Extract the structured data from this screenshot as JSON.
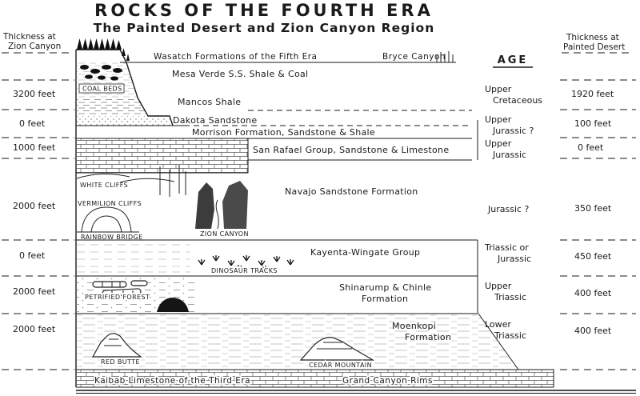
{
  "title": "ROCKS OF THE FOURTH ERA",
  "subtitle": "The Painted Desert and Zion Canyon Region",
  "headers": {
    "left_line1": "Thickness at",
    "left_line2": "Zion Canyon",
    "right_line1": "Thickness at",
    "right_line2": "Painted Desert",
    "age": "AGE"
  },
  "captions": {
    "top_left": "Wasatch Formations of the Fifth Era",
    "top_right": "Bryce Canyon",
    "bottom_left": "Kaibab Limestone of the Third Era",
    "bottom_right": "Grand Canyon Rims"
  },
  "formations": [
    {
      "label": "Mesa Verde S.S. Shale & Coal"
    },
    {
      "label": "Mancos Shale"
    },
    {
      "label": "Dakota Sandstone"
    },
    {
      "label": "Morrison Formation, Sandstone & Shale"
    },
    {
      "label": "San Rafael Group, Sandstone & Limestone"
    },
    {
      "label": "Navajo Sandstone Formation"
    },
    {
      "label": "Kayenta-Wingate Group"
    },
    {
      "label_line1": "Shinarump & Chinle",
      "label_line2": "Formation"
    },
    {
      "label_line1": "Moenkopi",
      "label_line2": "Formation"
    }
  ],
  "zion_thickness": [
    "3200 feet",
    "0 feet",
    "1000 feet",
    "2000 feet",
    "0 feet",
    "2000 feet",
    "2000 feet"
  ],
  "painted_thickness": [
    "1920 feet",
    "100 feet",
    "0 feet",
    "350 feet",
    "450 feet",
    "400 feet",
    "400 feet"
  ],
  "ages": [
    {
      "line1": "Upper",
      "line2": "Cretaceous"
    },
    {
      "line1": "Upper",
      "line2": "Jurassic ?"
    },
    {
      "line1": "Upper",
      "line2": "Jurassic"
    },
    {
      "line1": "Jurassic ?",
      "line2": ""
    },
    {
      "line1": "Triassic or",
      "line2": "Jurassic"
    },
    {
      "line1": "Upper",
      "line2": "Triassic"
    },
    {
      "line1": "Lower",
      "line2": "Triassic"
    }
  ],
  "scene_labels": {
    "coal_beds": "COAL BEDS",
    "white_cliffs": "WHITE CLIFFS",
    "vermilion_cliffs": "VERMILION CLIFFS",
    "rainbow_bridge": "RAINBOW BRIDGE",
    "zion_canyon": "ZION CANYON",
    "dinosaur_tracks": "DINOSAUR TRACKS",
    "petrified_forest": "PETRIFIED FOREST",
    "red_butte": "RED BUTTE",
    "cedar_mountain": "CEDAR MOUNTAIN"
  }
}
